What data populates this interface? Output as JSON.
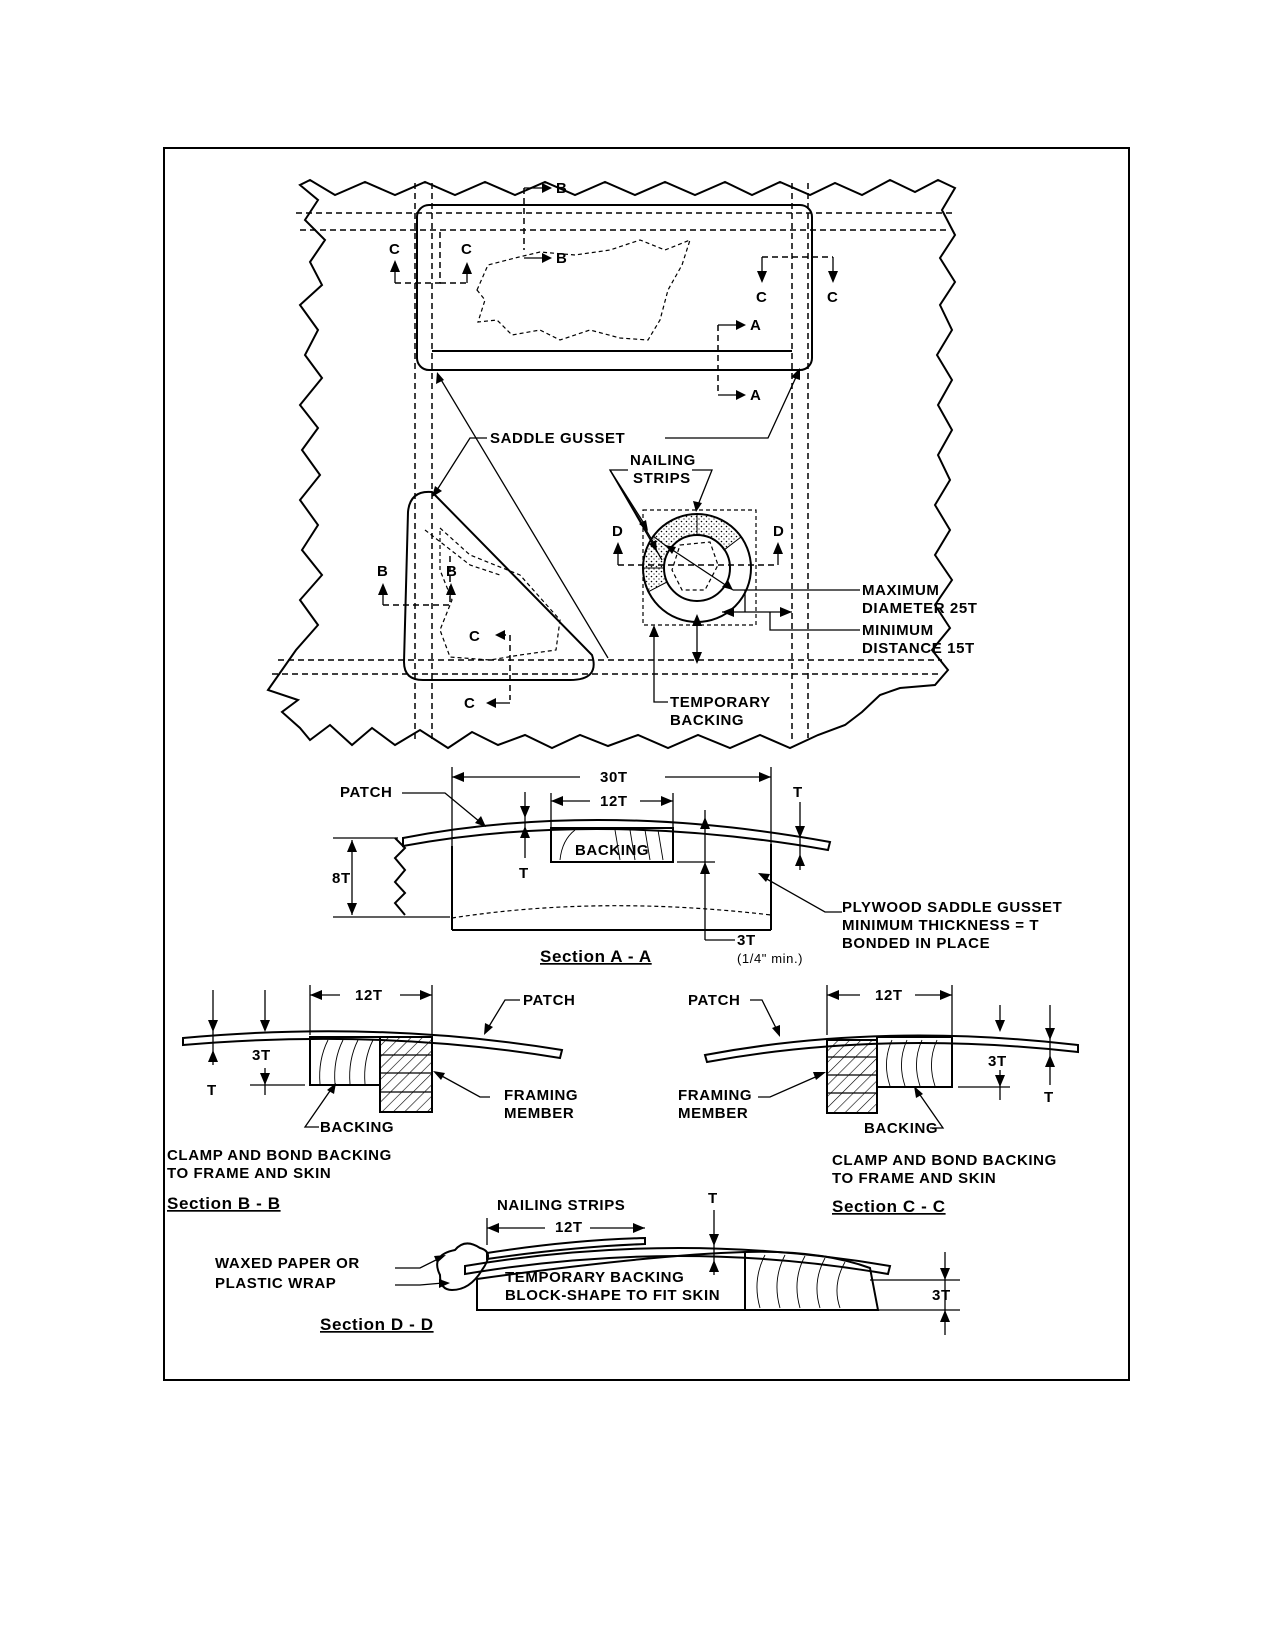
{
  "plan_view": {
    "saddle_gusset": "SADDLE GUSSET",
    "nailing_strips_line1": "NAILING",
    "nailing_strips_line2": "STRIPS",
    "max_diameter_line1": "MAXIMUM",
    "max_diameter_line2": "DIAMETER 25T",
    "min_distance_line1": "MINIMUM",
    "min_distance_line2": "DISTANCE 15T",
    "temporary_backing_line1": "TEMPORARY",
    "temporary_backing_line2": "BACKING",
    "cut_a": "A",
    "cut_b": "B",
    "cut_c": "C",
    "cut_d": "D"
  },
  "section_a": {
    "title": "Section A - A",
    "patch": "PATCH",
    "dim_30t": "30T",
    "dim_12t": "12T",
    "dim_t": "T",
    "dim_8t": "8T",
    "backing": "BACKING",
    "dim_3t": "3T",
    "dim_3t_min": "(1/4\" min.)",
    "gusset_line1": "PLYWOOD SADDLE GUSSET",
    "gusset_line2": "MINIMUM THICKNESS = T",
    "gusset_line3": "BONDED IN PLACE"
  },
  "section_b": {
    "title": "Section B - B",
    "dim_12t": "12T",
    "patch": "PATCH",
    "dim_3t": "3T",
    "dim_t": "T",
    "backing": "BACKING",
    "framing_line1": "FRAMING",
    "framing_line2": "MEMBER",
    "note_line1": "CLAMP AND BOND BACKING",
    "note_line2": "TO FRAME AND SKIN"
  },
  "section_c": {
    "title": "Section C - C",
    "patch": "PATCH",
    "dim_12t": "12T",
    "dim_3t": "3T",
    "dim_t": "T",
    "framing_line1": "FRAMING",
    "framing_line2": "MEMBER",
    "backing": "BACKING",
    "note_line1": "CLAMP AND BOND BACKING",
    "note_line2": "TO FRAME AND SKIN"
  },
  "section_d": {
    "title": "Section D - D",
    "nailing_strips": "NAILING STRIPS",
    "dim_12t": "12T",
    "dim_t": "T",
    "waxed_line1": "WAXED PAPER OR",
    "waxed_line2": "PLASTIC WRAP",
    "temp_line1": "TEMPORARY BACKING",
    "temp_line2": "BLOCK-SHAPE TO FIT SKIN",
    "dim_3t": "3T"
  }
}
